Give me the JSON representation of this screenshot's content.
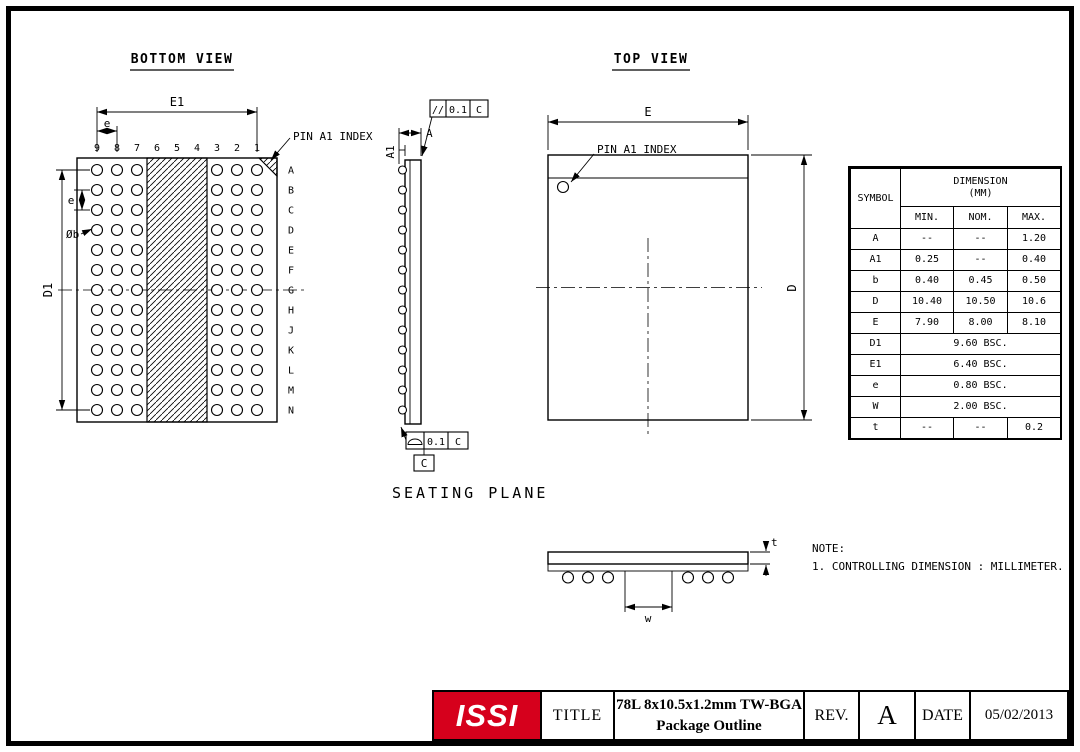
{
  "bottom_view": {
    "title": "BOTTOM VIEW",
    "pin_a1_label": "PIN A1 INDEX",
    "col_labels": [
      "9",
      "8",
      "7",
      "6",
      "5",
      "4",
      "3",
      "2",
      "1"
    ],
    "row_labels": [
      "A",
      "B",
      "C",
      "D",
      "E",
      "F",
      "G",
      "H",
      "J",
      "K",
      "L",
      "M",
      "N"
    ],
    "dim_e1": "E1",
    "dim_e_top": "e",
    "dim_e_left": "e",
    "dim_b": "Øb",
    "dim_d1": "D1"
  },
  "side_view": {
    "dim_a": "A",
    "dim_a1": "A1",
    "top_fcf": {
      "symbol": "//",
      "tolerance": "0.1",
      "datum": "C"
    },
    "bottom_fcf": {
      "tolerance": "0.1",
      "datum": "C"
    },
    "datum_label": "C",
    "seating_plane_label": "SEATING PLANE"
  },
  "top_view": {
    "title": "TOP VIEW",
    "pin_a1_label": "PIN A1 INDEX",
    "dim_e": "E",
    "dim_d": "D"
  },
  "section_view": {
    "dim_w": "w",
    "dim_t": "t"
  },
  "note": {
    "heading": "NOTE:",
    "line1": "1. CONTROLLING DIMENSION : MILLIMETER."
  },
  "dim_table": {
    "symbol_header": "SYMBOL",
    "dimension_header": "DIMENSION",
    "unit_header": "(MM)",
    "col_headers": [
      "MIN.",
      "NOM.",
      "MAX."
    ],
    "rows": [
      {
        "symbol": "A",
        "min": "--",
        "nom": "--",
        "max": "1.20"
      },
      {
        "symbol": "A1",
        "min": "0.25",
        "nom": "--",
        "max": "0.40"
      },
      {
        "symbol": "b",
        "min": "0.40",
        "nom": "0.45",
        "max": "0.50"
      },
      {
        "symbol": "D",
        "min": "10.40",
        "nom": "10.50",
        "max": "10.6"
      },
      {
        "symbol": "E",
        "min": "7.90",
        "nom": "8.00",
        "max": "8.10"
      },
      {
        "symbol": "D1",
        "span": "9.60 BSC."
      },
      {
        "symbol": "E1",
        "span": "6.40 BSC."
      },
      {
        "symbol": "e",
        "span": "0.80 BSC."
      },
      {
        "symbol": "W",
        "span": "2.00 BSC."
      },
      {
        "symbol": "t",
        "min": "--",
        "nom": "--",
        "max": "0.2"
      }
    ]
  },
  "title_block": {
    "logo_text": "ISSI",
    "logo_bg": "#d6001c",
    "title_label": "TITLE",
    "title_line1": "78L 8x10.5x1.2mm TW-BGA",
    "title_line2": "Package Outline",
    "rev_label": "REV.",
    "rev_value": "A",
    "date_label": "DATE",
    "date_value": "05/02/2013"
  }
}
